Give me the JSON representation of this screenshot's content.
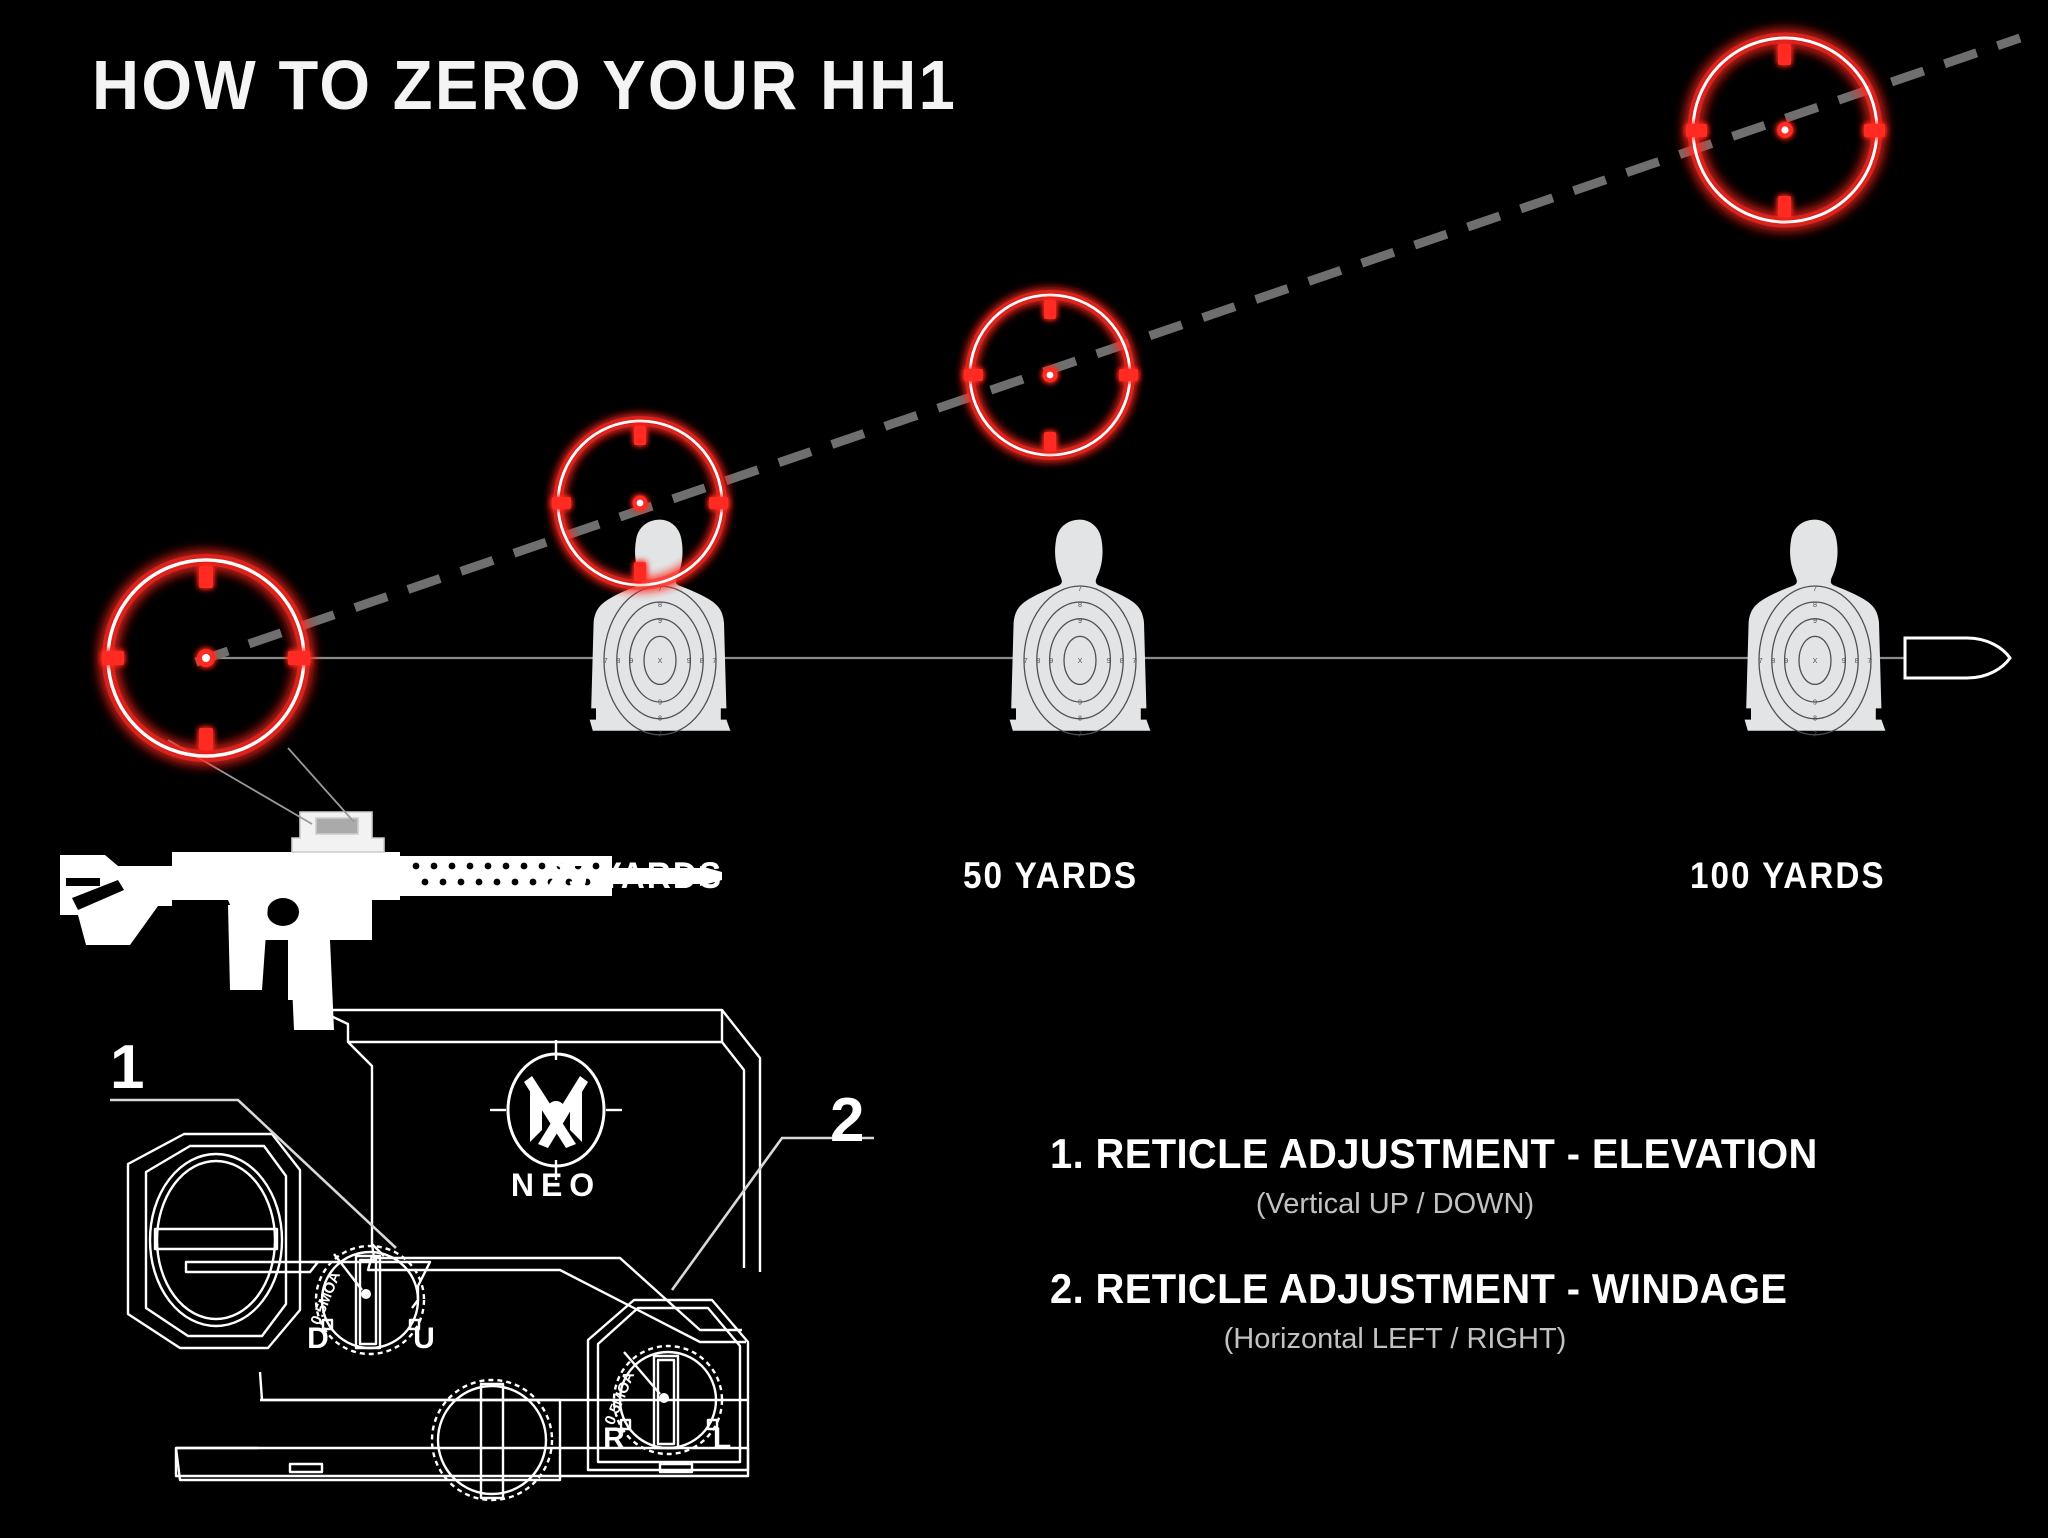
{
  "title": "HOW TO ZERO YOUR HH1",
  "background_color": "#000000",
  "accent_color": "#ff2a22",
  "reticle_core_color": "#ffffff",
  "target_fill_color": "#e2e4e5",
  "trajectory_color": "#6f6f6f",
  "bore_axis_color": "#8a8a8a",
  "distances": [
    {
      "id": "25",
      "label": "25 YARDS"
    },
    {
      "id": "50",
      "label": "50 YARDS"
    },
    {
      "id": "100",
      "label": "100 YARDS"
    }
  ],
  "optic": {
    "brand": "NEO",
    "elevation_turret": {
      "moa_label": "0.5MOA",
      "left_mark": "D",
      "right_mark": "U"
    },
    "windage_turret": {
      "moa_label": "0.5MOA",
      "left_mark": "R",
      "right_mark": "L"
    }
  },
  "callouts": [
    {
      "number": "1",
      "heading": "1. RETICLE ADJUSTMENT - ELEVATION",
      "sub": "(Vertical UP / DOWN)"
    },
    {
      "number": "2",
      "heading": "2. RETICLE ADJUSTMENT - WINDAGE",
      "sub": "(Horizontal LEFT / RIGHT)"
    }
  ],
  "target_rings": [
    "7",
    "8",
    "9",
    "X"
  ],
  "target_ring_labels_left": [
    "7",
    "8",
    "9",
    "X"
  ],
  "target_ring_labels_right": [
    "9",
    "8",
    "7"
  ]
}
